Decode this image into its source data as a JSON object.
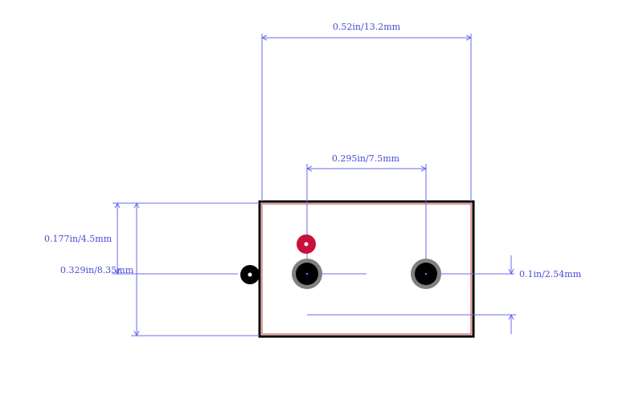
{
  "colors": {
    "dimension": "#6a6af0",
    "dimension_text": "#4a4ad8",
    "outline": "#000000",
    "silkscreen": "#d04040",
    "pad_ring": "#808080",
    "pad_hole": "#000000",
    "marker_fill": "#c8103c",
    "marker_center": "#ffffff"
  },
  "dimensions": {
    "overall_width": "0.52in/13.2mm",
    "pin_spacing": "0.295in/7.5mm",
    "pin_offset": "0.177in/4.5mm",
    "overall_height": "0.329in/8.35mm",
    "pad_step": "0.1in/2.54mm"
  }
}
